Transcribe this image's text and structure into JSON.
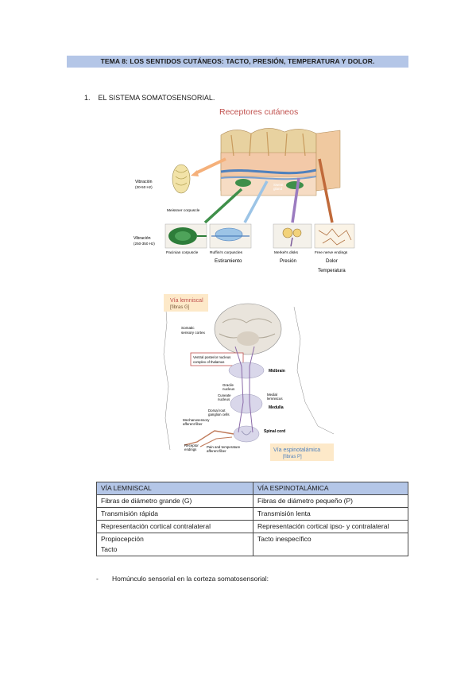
{
  "document": {
    "title": "TEMA 8: LOS SENTIDOS CUTÁNEOS: TACTO, PRESIÓN, TEMPERATURA Y DOLOR.",
    "section_number": "1.",
    "section_title": "EL SISTEMA SOMATOSENSORIAL."
  },
  "figure1": {
    "title": "Receptores cutáneos",
    "vib_low": [
      "Vibración",
      "(30-50 Hz)"
    ],
    "vib_high": [
      "Vibración",
      "(250-350 Hz)"
    ],
    "meissner": "Meissner corpuscle",
    "pacinian": "Pacinian corpuscle",
    "ruffini": "Ruffini's corpuscles",
    "merkel": "Merkel's disks",
    "free": "Free nerve endings",
    "sweat": [
      "Sweat",
      "gland"
    ],
    "estiramiento": "Estiramiento",
    "presion": "Presión",
    "dolor": "Dolor",
    "temperatura": "Temperatura",
    "colors": {
      "title": "#c0504d",
      "skin": "#f2d9a6",
      "dermis": "#f0c9a0",
      "nerve": "#4f81bd"
    }
  },
  "figure2": {
    "lemniscal_box": [
      "Vía lemniscal",
      "[fibras G]"
    ],
    "somatic": [
      "Somatic",
      "sensory cortex"
    ],
    "thalamus": [
      "Ventral posterior nucleus",
      "complex of thalamus"
    ],
    "midbrain": "Midbrain",
    "gracile": [
      "Gracile",
      "nucleus"
    ],
    "cuneate": [
      "Cuneate",
      "nucleus"
    ],
    "medial": [
      "Medial",
      "lemniscus"
    ],
    "medulla": "Medulla",
    "drg": [
      "Dorsal root",
      "ganglion cells"
    ],
    "mechano": [
      "Mechanosensory",
      "afferent fiber"
    ],
    "spinal": "Spinal cord",
    "receptor": [
      "Receptor",
      "endings"
    ],
    "pain": [
      "Pain and temperature",
      "afferent fiber"
    ],
    "espino_box": [
      "Vía espinotalámica",
      "[fibras P]"
    ],
    "colors": {
      "box_fill": "#fde9c9",
      "box_text": "#c0504d",
      "espino_text": "#4f81bd"
    }
  },
  "table": {
    "headers": [
      "VÍA LEMNISCAL",
      "VÍA ESPINOTALÁMICA"
    ],
    "rows": [
      [
        "Fibras de diámetro grande (G)",
        "Fibras de diámetro pequeño (P)"
      ],
      [
        "Transmisión rápida",
        "Transmisión lenta"
      ],
      [
        "Representación cortical contralateral",
        "Representación cortical ipso- y contralateral"
      ],
      [
        "Propiocepción\nTacto",
        "Tacto inespecífico"
      ]
    ],
    "header_color": "#b4c6e7"
  },
  "bullet": {
    "dash": "-",
    "text": "Homúnculo sensorial en la corteza somatosensorial:"
  }
}
